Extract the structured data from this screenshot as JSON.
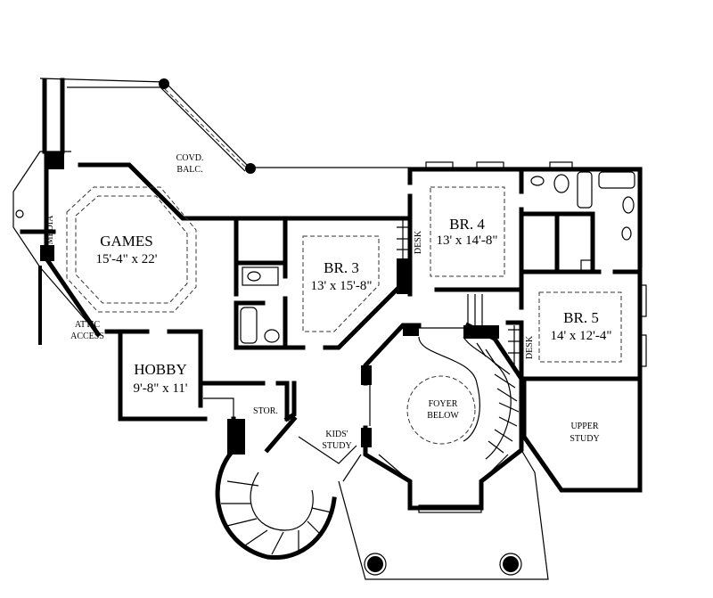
{
  "plan": {
    "rooms": {
      "covered_balcony": {
        "line1": "COVD.",
        "line2": "BALC."
      },
      "games": {
        "name": "GAMES",
        "size": "15'-4\" x 22'"
      },
      "media": {
        "name": "MEDIA"
      },
      "br3": {
        "name": "BR. 3",
        "size": "13' x 15'-8\""
      },
      "br4": {
        "name": "BR. 4",
        "size": "13' x 14'-8\""
      },
      "br5": {
        "name": "BR. 5",
        "size": "14' x 12'-4\""
      },
      "desk_br4": {
        "name": "DESK"
      },
      "desk_br5": {
        "name": "DESK"
      },
      "attic": {
        "line1": "ATTIC",
        "line2": "ACCESS"
      },
      "hobby": {
        "name": "HOBBY",
        "size": "9'-8\" x 11'"
      },
      "storage": {
        "name": "STOR."
      },
      "kids_study": {
        "line1": "KIDS'",
        "line2": "STUDY"
      },
      "foyer": {
        "line1": "FOYER",
        "line2": "BELOW"
      },
      "upper_study": {
        "line1": "UPPER",
        "line2": "STUDY"
      }
    },
    "colors": {
      "wall": "#000000",
      "background": "#ffffff"
    }
  }
}
